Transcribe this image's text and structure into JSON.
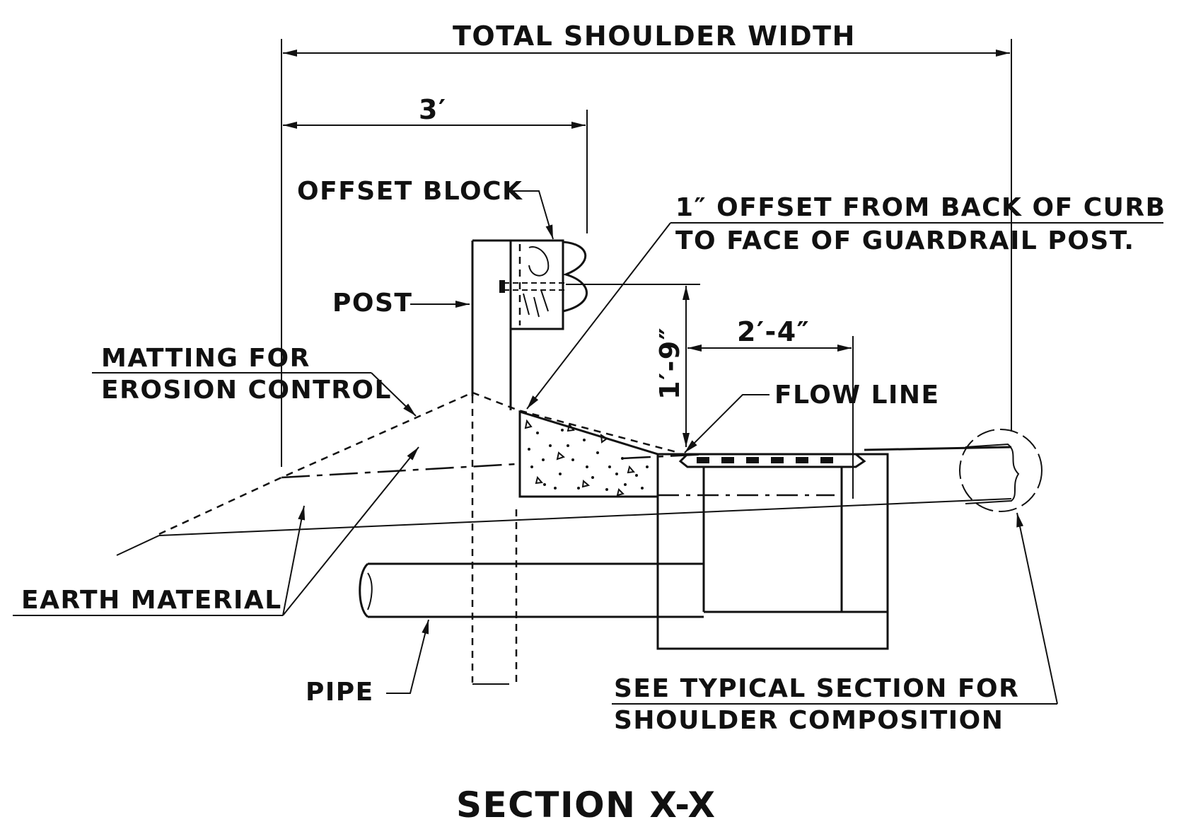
{
  "dimensions": {
    "total_shoulder_width": "TOTAL SHOULDER WIDTH",
    "three_ft": "3′",
    "two_ft_four": "2′-4″",
    "one_ft_nine": "1′-9″"
  },
  "labels": {
    "offset_block": "OFFSET BLOCK",
    "offset_note_line1": "1″ OFFSET FROM BACK OF CURB",
    "offset_note_line2": "TO FACE OF GUARDRAIL POST.",
    "post": "POST",
    "matting_line1": "MATTING FOR",
    "matting_line2": "EROSION CONTROL",
    "flow_line": "FLOW LINE",
    "earth_material": "EARTH MATERIAL",
    "pipe": "PIPE",
    "see_typical_line1": "SEE TYPICAL SECTION FOR",
    "see_typical_line2": "SHOULDER COMPOSITION",
    "section_title": "SECTION X-X"
  },
  "colors": {
    "ink": "#111111",
    "paper": "#ffffff"
  }
}
